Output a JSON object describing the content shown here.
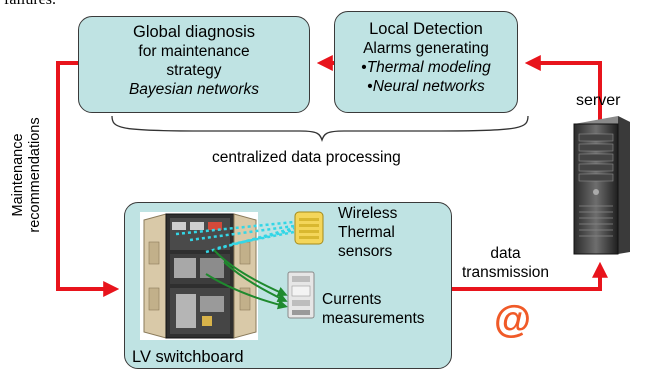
{
  "top_fragment": "failures.",
  "global_box": {
    "title": "Global diagnosis",
    "line2": "for maintenance",
    "line3": "strategy",
    "line4": "Bayesian networks"
  },
  "local_box": {
    "title": "Local Detection",
    "line2": "Alarms generating",
    "bullet1": "Thermal modeling",
    "bullet2": "Neural networks",
    "bullet_char": "•"
  },
  "brace_label": "centralized data processing",
  "server_label": "server",
  "vertical_label": {
    "line1": "Maintenance",
    "line2": "recommendations"
  },
  "lv_box": {
    "label": "LV switchboard",
    "wireless_line1": "Wireless",
    "wireless_line2": "Thermal",
    "wireless_line3": "sensors",
    "currents_line1": "Currents",
    "currents_line2": "measurements"
  },
  "data_transmission": {
    "line1": "data",
    "line2": "transmission"
  },
  "at_symbol": "@",
  "colors": {
    "box_fill": "#bfe3e3",
    "arrow_red": "#e8141c",
    "dotted_cyan": "#33d6e6",
    "green_arrow": "#1f8a2e",
    "at_orange": "#f05a28"
  }
}
